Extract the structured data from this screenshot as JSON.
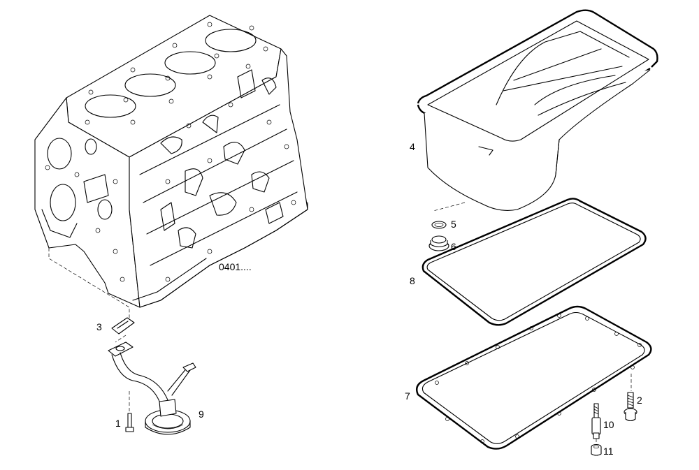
{
  "callouts": {
    "ref_0401": "0401....",
    "c1": "1",
    "c2": "2",
    "c3": "3",
    "c4": "4",
    "c5": "5",
    "c6": "6",
    "c7": "7",
    "c8": "8",
    "c9": "9",
    "c10": "10",
    "c11": "11"
  }
}
